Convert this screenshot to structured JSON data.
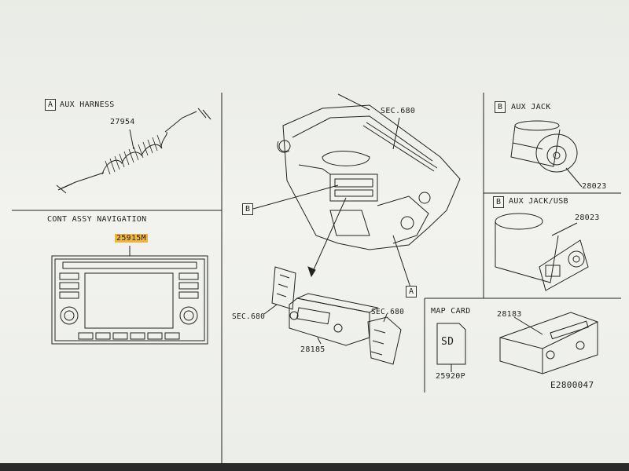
{
  "diagram_id": "E2800047",
  "sections": {
    "aux_harness": {
      "letter": "A",
      "title": "AUX HARNESS",
      "part": "27954"
    },
    "cont_assy_navigation": {
      "title": "CONT ASSY NAVIGATION",
      "part": "25915M"
    },
    "aux_jack": {
      "letter": "B",
      "title": "AUX JACK",
      "part": "28023"
    },
    "aux_jack_usb": {
      "letter": "B",
      "title": "AUX JACK/USB",
      "part": "28023"
    },
    "map_card": {
      "title": "MAP CARD",
      "part": "25920P",
      "card_text": "SD"
    },
    "radio_unit": {
      "part": "28183"
    }
  },
  "center": {
    "sec_top": "SEC.680",
    "sec_left": "SEC.680",
    "sec_right": "SEC.680",
    "unit_part": "28185",
    "callout_b": "B",
    "callout_a": "A"
  },
  "colors": {
    "highlight": "#f1b53a",
    "line": "#222222",
    "paper": "#f2f3ef"
  }
}
